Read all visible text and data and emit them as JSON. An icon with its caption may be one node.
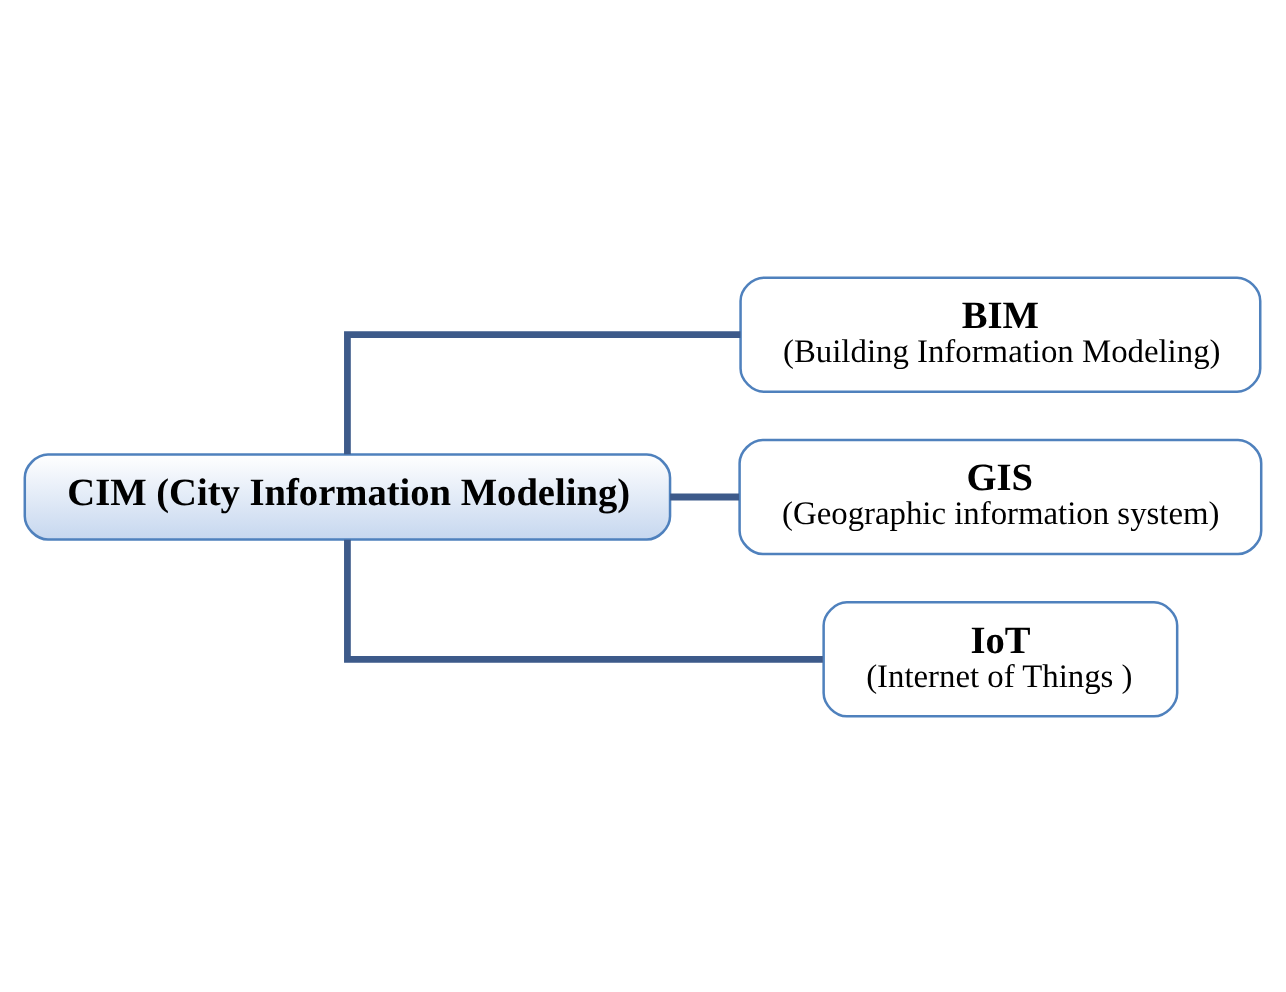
{
  "diagram": {
    "nodes": [
      {
        "text": [
          "CIM (City Information Modeling)"
        ]
      },
      {
        "text": [
          "BIM",
          "(Building Information Modeling)"
        ]
      },
      {
        "text": [
          "GIS",
          "(Geographic information system)"
        ]
      },
      {
        "text": [
          "IoT",
          "(Internet of Things )"
        ]
      }
    ],
    "edges": [
      {
        "from": 0,
        "to": 1,
        "arrow": "none"
      },
      {
        "from": 0,
        "to": 2,
        "arrow": "none"
      },
      {
        "from": 0,
        "to": 3,
        "arrow": "none"
      }
    ]
  }
}
